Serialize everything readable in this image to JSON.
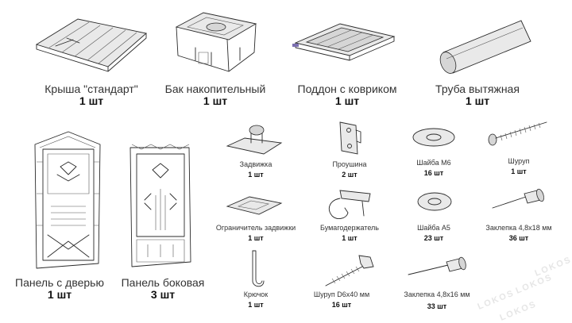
{
  "items": {
    "roof": {
      "name": "Крыша \"стандарт\"",
      "qty": "1 шт"
    },
    "tank": {
      "name": "Бак накопительный",
      "qty": "1 шт"
    },
    "tray": {
      "name": "Поддон с ковриком",
      "qty": "1 шт"
    },
    "pipe": {
      "name": "Труба вытяжная",
      "qty": "1 шт"
    },
    "door_panel": {
      "name": "Панель с дверью",
      "qty": "1 шт"
    },
    "side_panel": {
      "name": "Панель боковая",
      "qty": "3 шт"
    },
    "latch": {
      "name": "Задвижка",
      "qty": "1 шт"
    },
    "eyelet": {
      "name": "Проушина",
      "qty": "2 шт"
    },
    "washer_m6": {
      "name": "Шайба М6",
      "qty": "16 шт"
    },
    "screw": {
      "name": "Шуруп",
      "qty": "1 шт"
    },
    "latch_stop": {
      "name": "Ограничитель задвижки",
      "qty": "1 шт"
    },
    "paper_holder": {
      "name": "Бумагодержатель",
      "qty": "1 шт"
    },
    "washer_a5": {
      "name": "Шайба А5",
      "qty": "23 шт"
    },
    "rivet_18": {
      "name": "Заклепка 4,8х18 мм",
      "qty": "36 шт"
    },
    "hook": {
      "name": "Крючок",
      "qty": "1 шт"
    },
    "screw_d6": {
      "name": "Шуруп D6х40 мм",
      "qty": "16 шт"
    },
    "rivet_16": {
      "name": "Заклепка 4,8х16 мм",
      "qty": "33 шт"
    }
  },
  "watermark": "LOKOS"
}
